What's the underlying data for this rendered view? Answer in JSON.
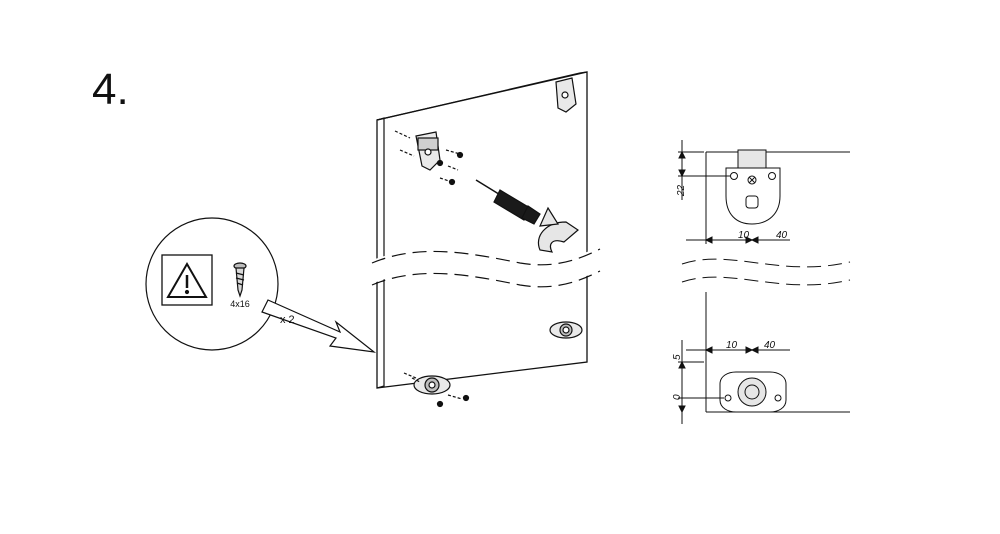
{
  "step": {
    "number": "4."
  },
  "callout": {
    "screw_size": "4x16",
    "quantity": "x 2"
  },
  "detail": {
    "top_height_dim": "22",
    "top_offset_a": "10",
    "top_offset_b": "40",
    "bottom_offset_a": "10",
    "bottom_offset_b": "40",
    "bottom_height_a": "5",
    "bottom_height_b": "0"
  },
  "icons": [
    "warning-triangle-icon",
    "screw-icon",
    "screwdriver-icon",
    "rotate-arrow-icon"
  ]
}
